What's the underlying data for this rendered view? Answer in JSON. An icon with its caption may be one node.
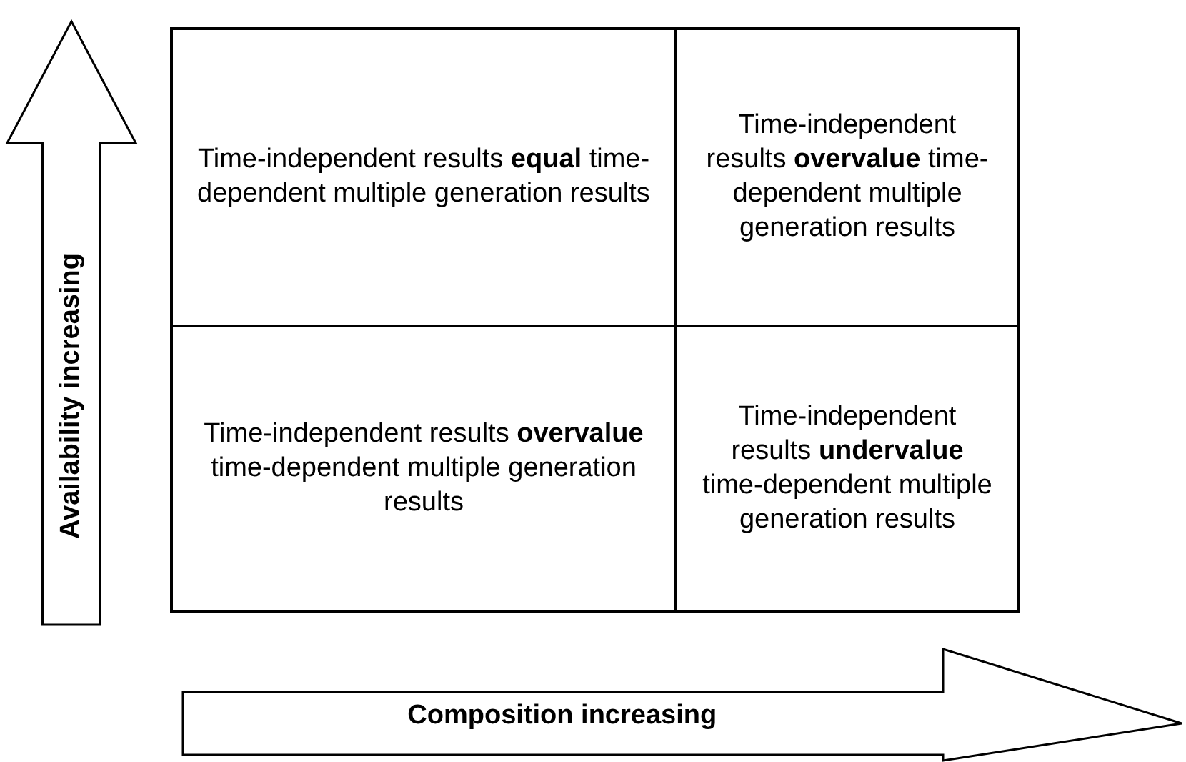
{
  "diagram": {
    "nodes": [
      {
        "text": [
          "Availability increasing"
        ]
      },
      {
        "text": [
          "Time-independent results **equal** time-dependent multiple generation results"
        ]
      },
      {
        "text": [
          "Time-independent results **overvalue** time-dependent multiple generation results"
        ]
      },
      {
        "text": [
          "Time-independent results **overvalue** time-dependent multiple generation results"
        ]
      },
      {
        "text": [
          "Time-independent results **undervalue** time-dependent multiple generation results"
        ]
      },
      {
        "text": [
          "Composition increasing"
        ]
      }
    ]
  }
}
